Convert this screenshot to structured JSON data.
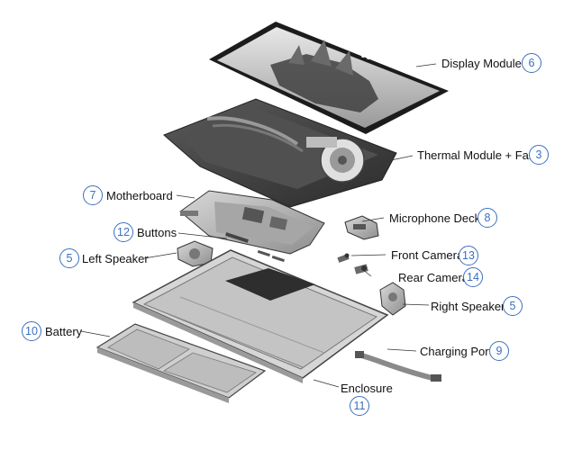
{
  "accent_color": "#3b6fbf",
  "callouts": [
    {
      "id": "display-module",
      "label": "Display Module",
      "number": "6"
    },
    {
      "id": "thermal-module",
      "label": "Thermal Module + Fan",
      "number": "3"
    },
    {
      "id": "motherboard",
      "label": "Motherboard",
      "number": "7"
    },
    {
      "id": "microphone-deck",
      "label": "Microphone Deck",
      "number": "8"
    },
    {
      "id": "buttons",
      "label": "Buttons",
      "number": "12"
    },
    {
      "id": "front-camera",
      "label": "Front Camera",
      "number": "13"
    },
    {
      "id": "left-speaker",
      "label": "Left Speaker",
      "number": "5"
    },
    {
      "id": "rear-camera",
      "label": "Rear Camera",
      "number": "14"
    },
    {
      "id": "right-speaker",
      "label": "Right Speaker",
      "number": "5"
    },
    {
      "id": "battery",
      "label": "Battery",
      "number": "10"
    },
    {
      "id": "charging-port",
      "label": "Charging Port",
      "number": "9"
    },
    {
      "id": "enclosure",
      "label": "Enclosure",
      "number": "11"
    }
  ]
}
